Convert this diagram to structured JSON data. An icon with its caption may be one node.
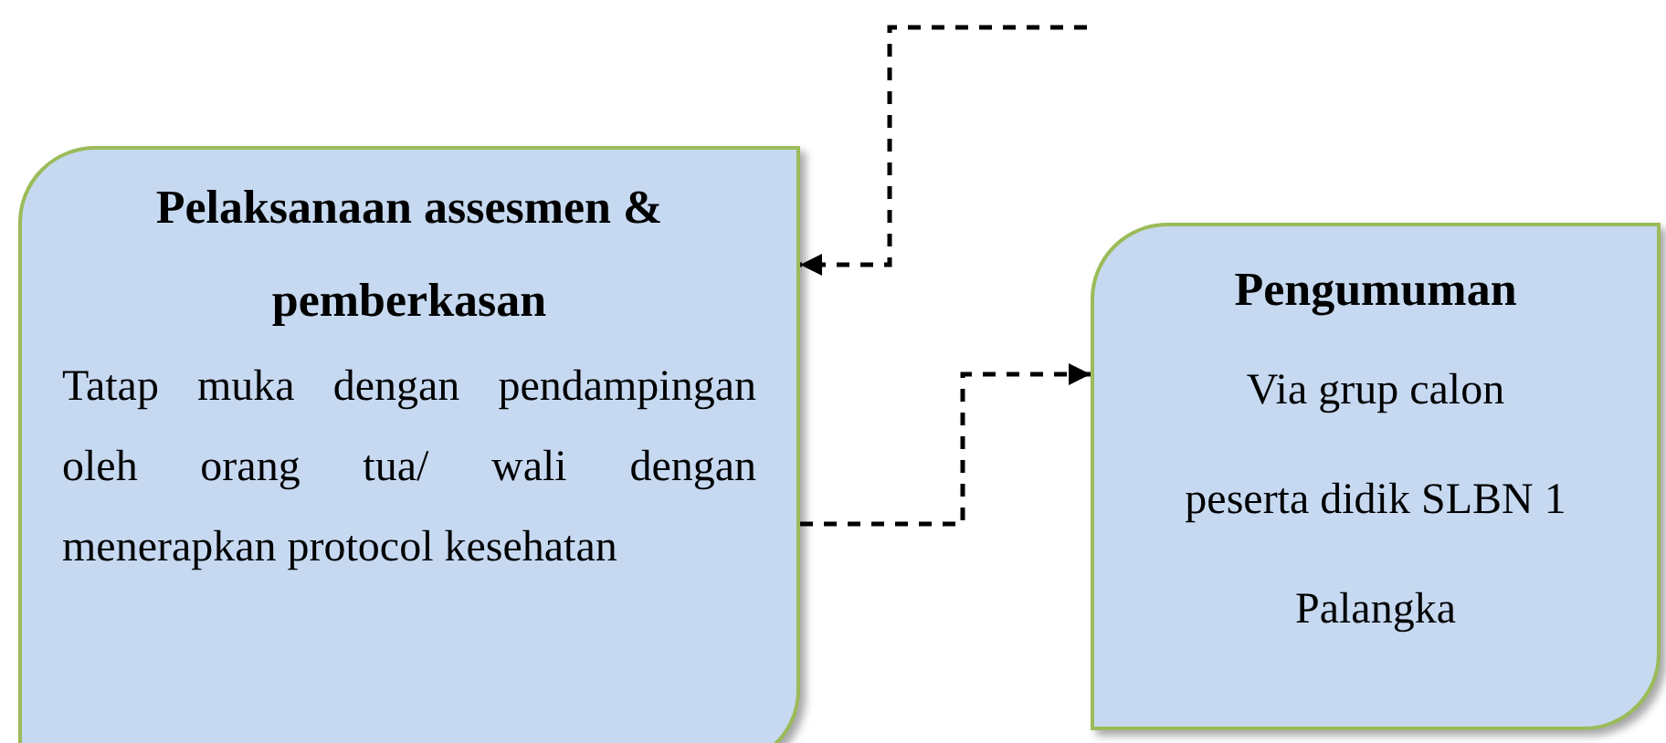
{
  "diagram": {
    "nodes": [
      {
        "text": [
          "Pelaksanaan assesmen & pemberkasan",
          "Tatap muka dengan pendampingan oleh orang tua/ wali dengan menerapkan protocol kesehatan"
        ]
      },
      {
        "text": [
          "Pengumuman",
          "Via grup calon peserta didik SLBN 1 Palangka"
        ]
      }
    ],
    "edges": [
      {
        "from": null,
        "to": 0,
        "arrow": "to",
        "style": "dashed"
      },
      {
        "from": 0,
        "to": 1,
        "arrow": "to",
        "style": "dashed"
      }
    ]
  }
}
